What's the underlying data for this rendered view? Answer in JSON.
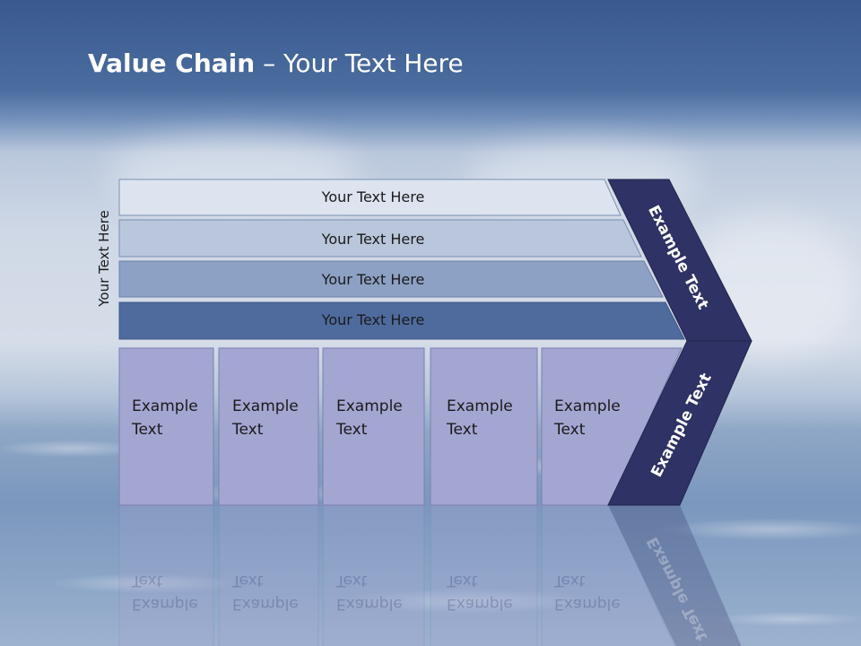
{
  "title": {
    "bold": "Value Chain",
    "rest": " – Your Text Here"
  },
  "side_label": "Your Text Here",
  "support_rows": [
    "Your Text Here",
    "Your Text Here",
    "Your Text Here",
    "Your Text Here"
  ],
  "primary_boxes": [
    {
      "line1": "Example",
      "line2": "Text"
    },
    {
      "line1": "Example",
      "line2": "Text"
    },
    {
      "line1": "Example",
      "line2": "Text"
    },
    {
      "line1": "Example",
      "line2": "Text"
    },
    {
      "line1": "Example",
      "line2": "Text"
    }
  ],
  "margin_labels": {
    "upper": "Example Text",
    "lower": "Example Text"
  },
  "colors": {
    "row1": "#dde4ef",
    "row2": "#b9c6dc",
    "row3": "#8ca1c4",
    "row4": "#4f6b9e",
    "box": "#a4a6d2",
    "arrow": "#2e3264"
  }
}
